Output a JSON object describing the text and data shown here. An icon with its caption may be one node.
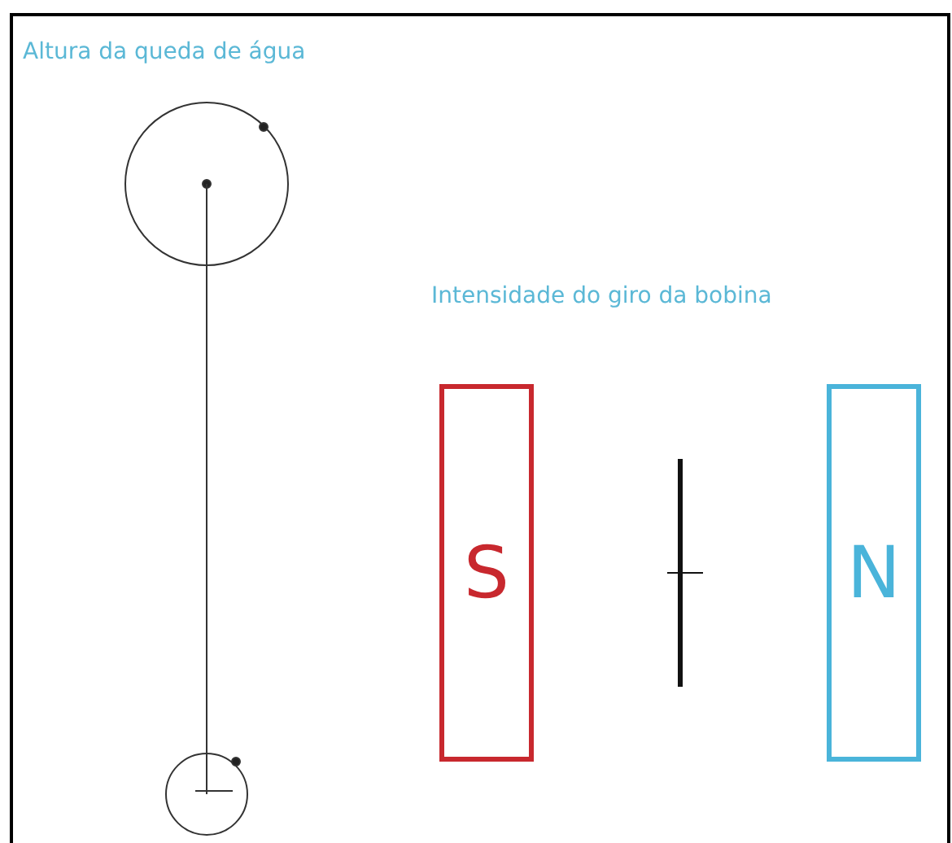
{
  "diagram": {
    "nodes": [
      {
        "text": [
          "S"
        ]
      },
      {
        "text": [
          "N"
        ]
      }
    ],
    "labels": [
      "Altura da queda de água",
      "Intensidade do giro da bobina"
    ]
  }
}
